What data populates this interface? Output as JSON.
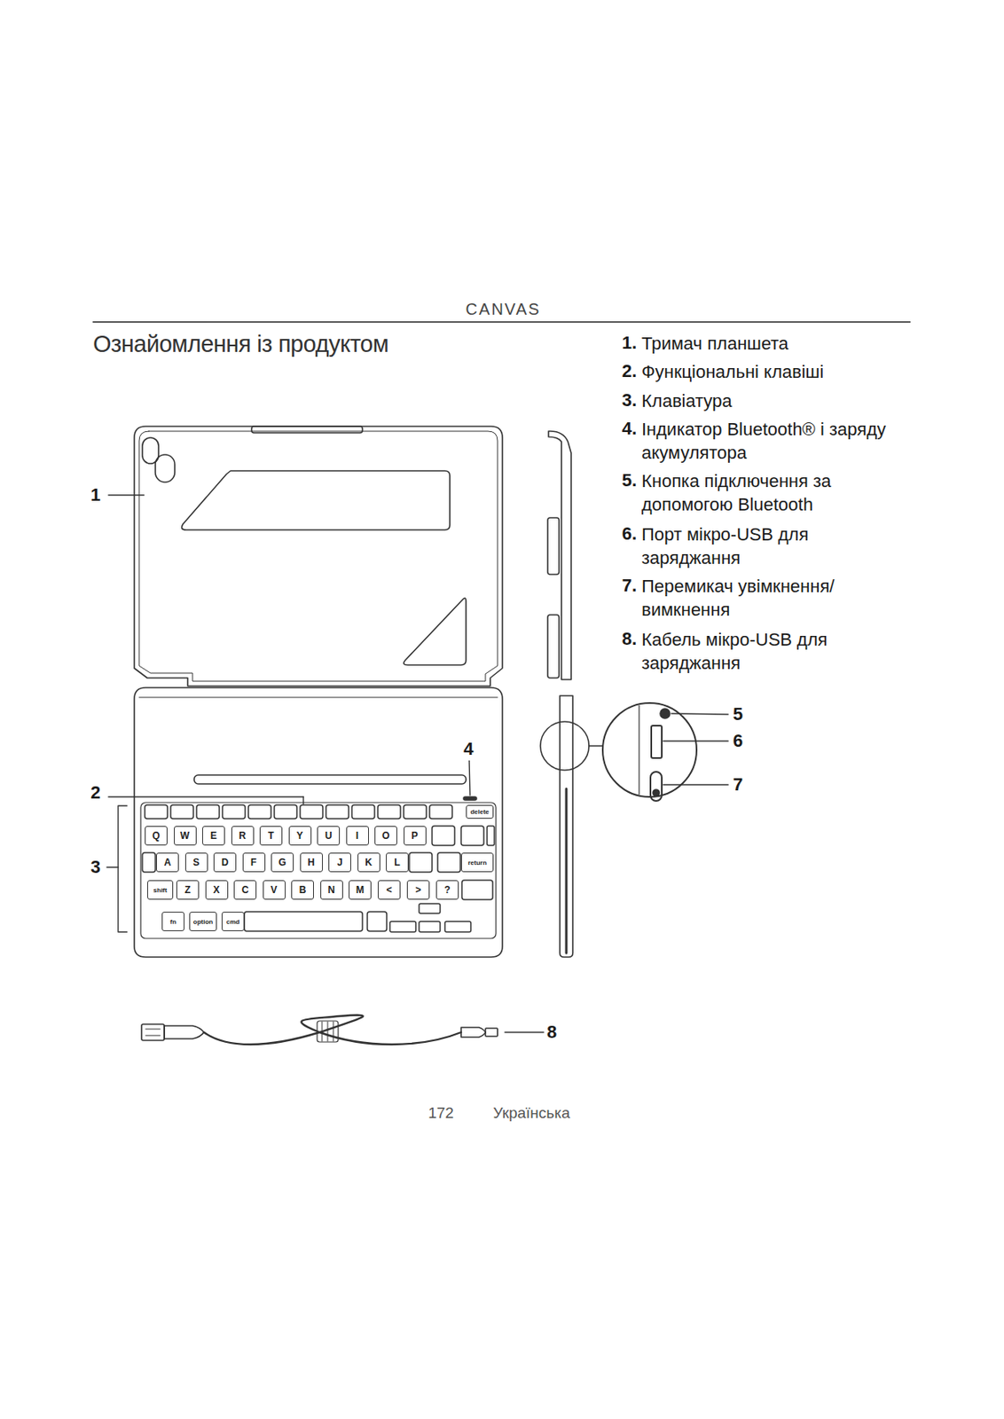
{
  "diagram": {
    "title": "Ознайомлення із продуктом",
    "nodes": [
      {
        "text": [
          "delete"
        ]
      },
      {
        "text": [
          "Q"
        ]
      },
      {
        "text": [
          "W"
        ]
      },
      {
        "text": [
          "E"
        ]
      },
      {
        "text": [
          "R"
        ]
      },
      {
        "text": [
          "T"
        ]
      },
      {
        "text": [
          "Y"
        ]
      },
      {
        "text": [
          "U"
        ]
      },
      {
        "text": [
          "I"
        ]
      },
      {
        "text": [
          "O"
        ]
      },
      {
        "text": [
          "P"
        ]
      },
      {
        "text": [
          "A"
        ]
      },
      {
        "text": [
          "S"
        ]
      },
      {
        "text": [
          "D"
        ]
      },
      {
        "text": [
          "F"
        ]
      },
      {
        "text": [
          "G"
        ]
      },
      {
        "text": [
          "H"
        ]
      },
      {
        "text": [
          "J"
        ]
      },
      {
        "text": [
          "K"
        ]
      },
      {
        "text": [
          "L"
        ]
      },
      {
        "text": [
          "return"
        ]
      },
      {
        "text": [
          "shift"
        ]
      },
      {
        "text": [
          "Z"
        ]
      },
      {
        "text": [
          "X"
        ]
      },
      {
        "text": [
          "C"
        ]
      },
      {
        "text": [
          "V"
        ]
      },
      {
        "text": [
          "B"
        ]
      },
      {
        "text": [
          "N"
        ]
      },
      {
        "text": [
          "M"
        ]
      },
      {
        "text": [
          "<"
        ]
      },
      {
        "text": [
          ">"
        ]
      },
      {
        "text": [
          "?"
        ]
      },
      {
        "text": [
          "fn"
        ]
      },
      {
        "text": [
          "option"
        ]
      },
      {
        "text": [
          "cmd"
        ]
      }
    ],
    "labels": [
      "CANVAS",
      "1.",
      "Тримач планшета",
      "2.",
      "Функціональні клавіші",
      "3.",
      "Клавіатура",
      "4.",
      "Індикатор Bluetooth® і заряду акумулятора",
      "5.",
      "Кнопка підключення за допомогою Bluetooth",
      "6.",
      "Порт мікро-USB для заряджання",
      "7.",
      "Перемикач увімкнення/ вимкнення",
      "8.",
      "Кабель мікро-USB для заряджання",
      "1",
      "2",
      "3",
      "4",
      "5",
      "6",
      "7",
      "8",
      "172",
      "Українська"
    ]
  }
}
